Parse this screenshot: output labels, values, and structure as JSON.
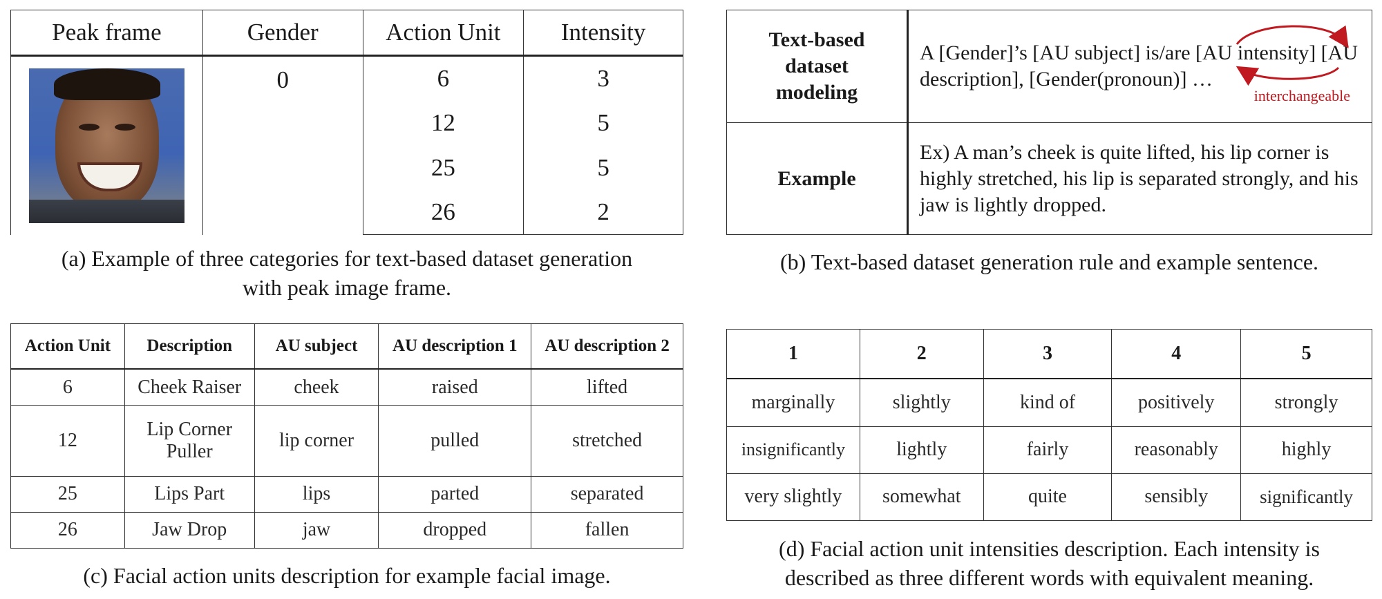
{
  "panel_a": {
    "headers": [
      "Peak frame",
      "Gender",
      "Action Unit",
      "Intensity"
    ],
    "gender": "0",
    "rows": [
      {
        "au": "6",
        "intensity": "3"
      },
      {
        "au": "12",
        "intensity": "5"
      },
      {
        "au": "25",
        "intensity": "5"
      },
      {
        "au": "26",
        "intensity": "2"
      }
    ],
    "caption_line1": "(a) Example of three categories for text-based dataset generation",
    "caption_line2": "with peak image frame."
  },
  "panel_b": {
    "rule_label": "Text-based dataset modeling",
    "rule_line1": "A [Gender]’s [AU subject] is/are [AU intensity] [AU",
    "rule_line2": "description], [Gender(pronoun)] …",
    "interchangeable": "interchangeable",
    "example_label": "Example",
    "example_text": "Ex) A man’s cheek is quite lifted, his lip corner is highly stretched, his lip is separated strongly, and his jaw is lightly dropped.",
    "caption": "(b) Text-based dataset generation rule and example sentence.",
    "accent_color": "#c0191f"
  },
  "panel_c": {
    "headers": [
      "Action Unit",
      "Description",
      "AU subject",
      "AU description 1",
      "AU description 2"
    ],
    "rows": [
      [
        "6",
        "Cheek Raiser",
        "cheek",
        "raised",
        "lifted"
      ],
      [
        "12",
        "Lip Corner Puller",
        "lip corner",
        "pulled",
        "stretched"
      ],
      [
        "25",
        "Lips Part",
        "lips",
        "parted",
        "separated"
      ],
      [
        "26",
        "Jaw Drop",
        "jaw",
        "dropped",
        "fallen"
      ]
    ],
    "caption": "(c) Facial action units description for example facial image."
  },
  "panel_d": {
    "headers": [
      "1",
      "2",
      "3",
      "4",
      "5"
    ],
    "rows": [
      [
        "marginally",
        "slightly",
        "kind of",
        "positively",
        "strongly"
      ],
      [
        "insignificantly",
        "lightly",
        "fairly",
        "reasonably",
        "highly"
      ],
      [
        "very slightly",
        "somewhat",
        "quite",
        "sensibly",
        "significantly"
      ]
    ],
    "caption_line1": "(d) Facial action unit intensities description. Each intensity is",
    "caption_line2": "described as three different words with equivalent meaning."
  }
}
